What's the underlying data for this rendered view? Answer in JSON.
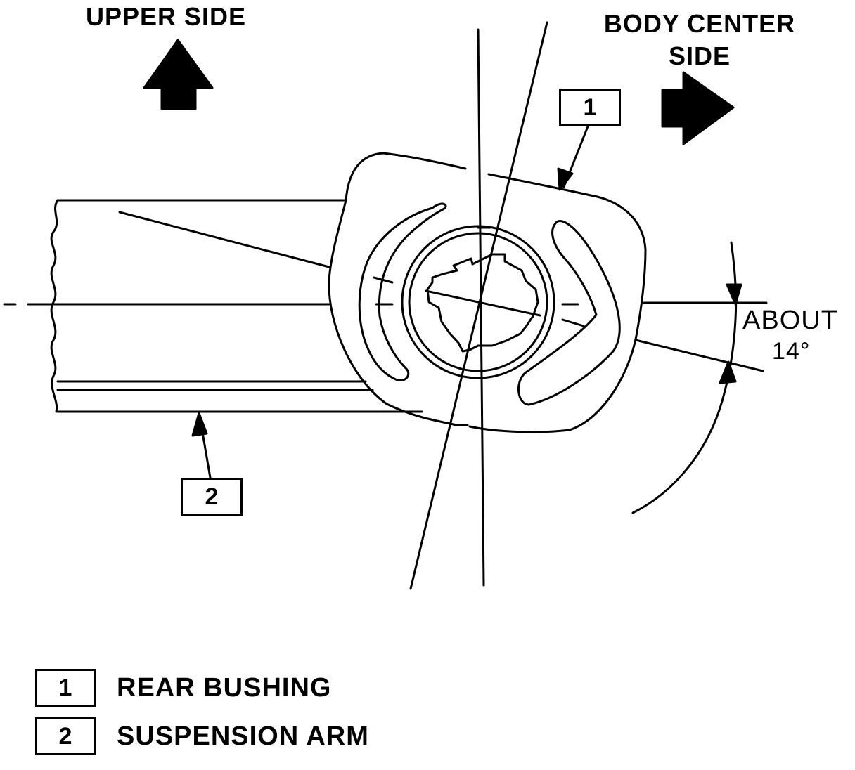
{
  "direction_labels": {
    "upper_side": "UPPER SIDE",
    "body_center_line1": "BODY CENTER",
    "body_center_line2": "SIDE"
  },
  "angle_annotation": {
    "line1": "ABOUT",
    "line2": "14°"
  },
  "callouts": {
    "rear_bushing": "1",
    "suspension_arm": "2"
  },
  "legend": [
    {
      "number": "1",
      "label": "REAR BUSHING"
    },
    {
      "number": "2",
      "label": "SUSPENSION ARM"
    }
  ],
  "colors": {
    "ink": "#000000",
    "paper": "#ffffff"
  }
}
